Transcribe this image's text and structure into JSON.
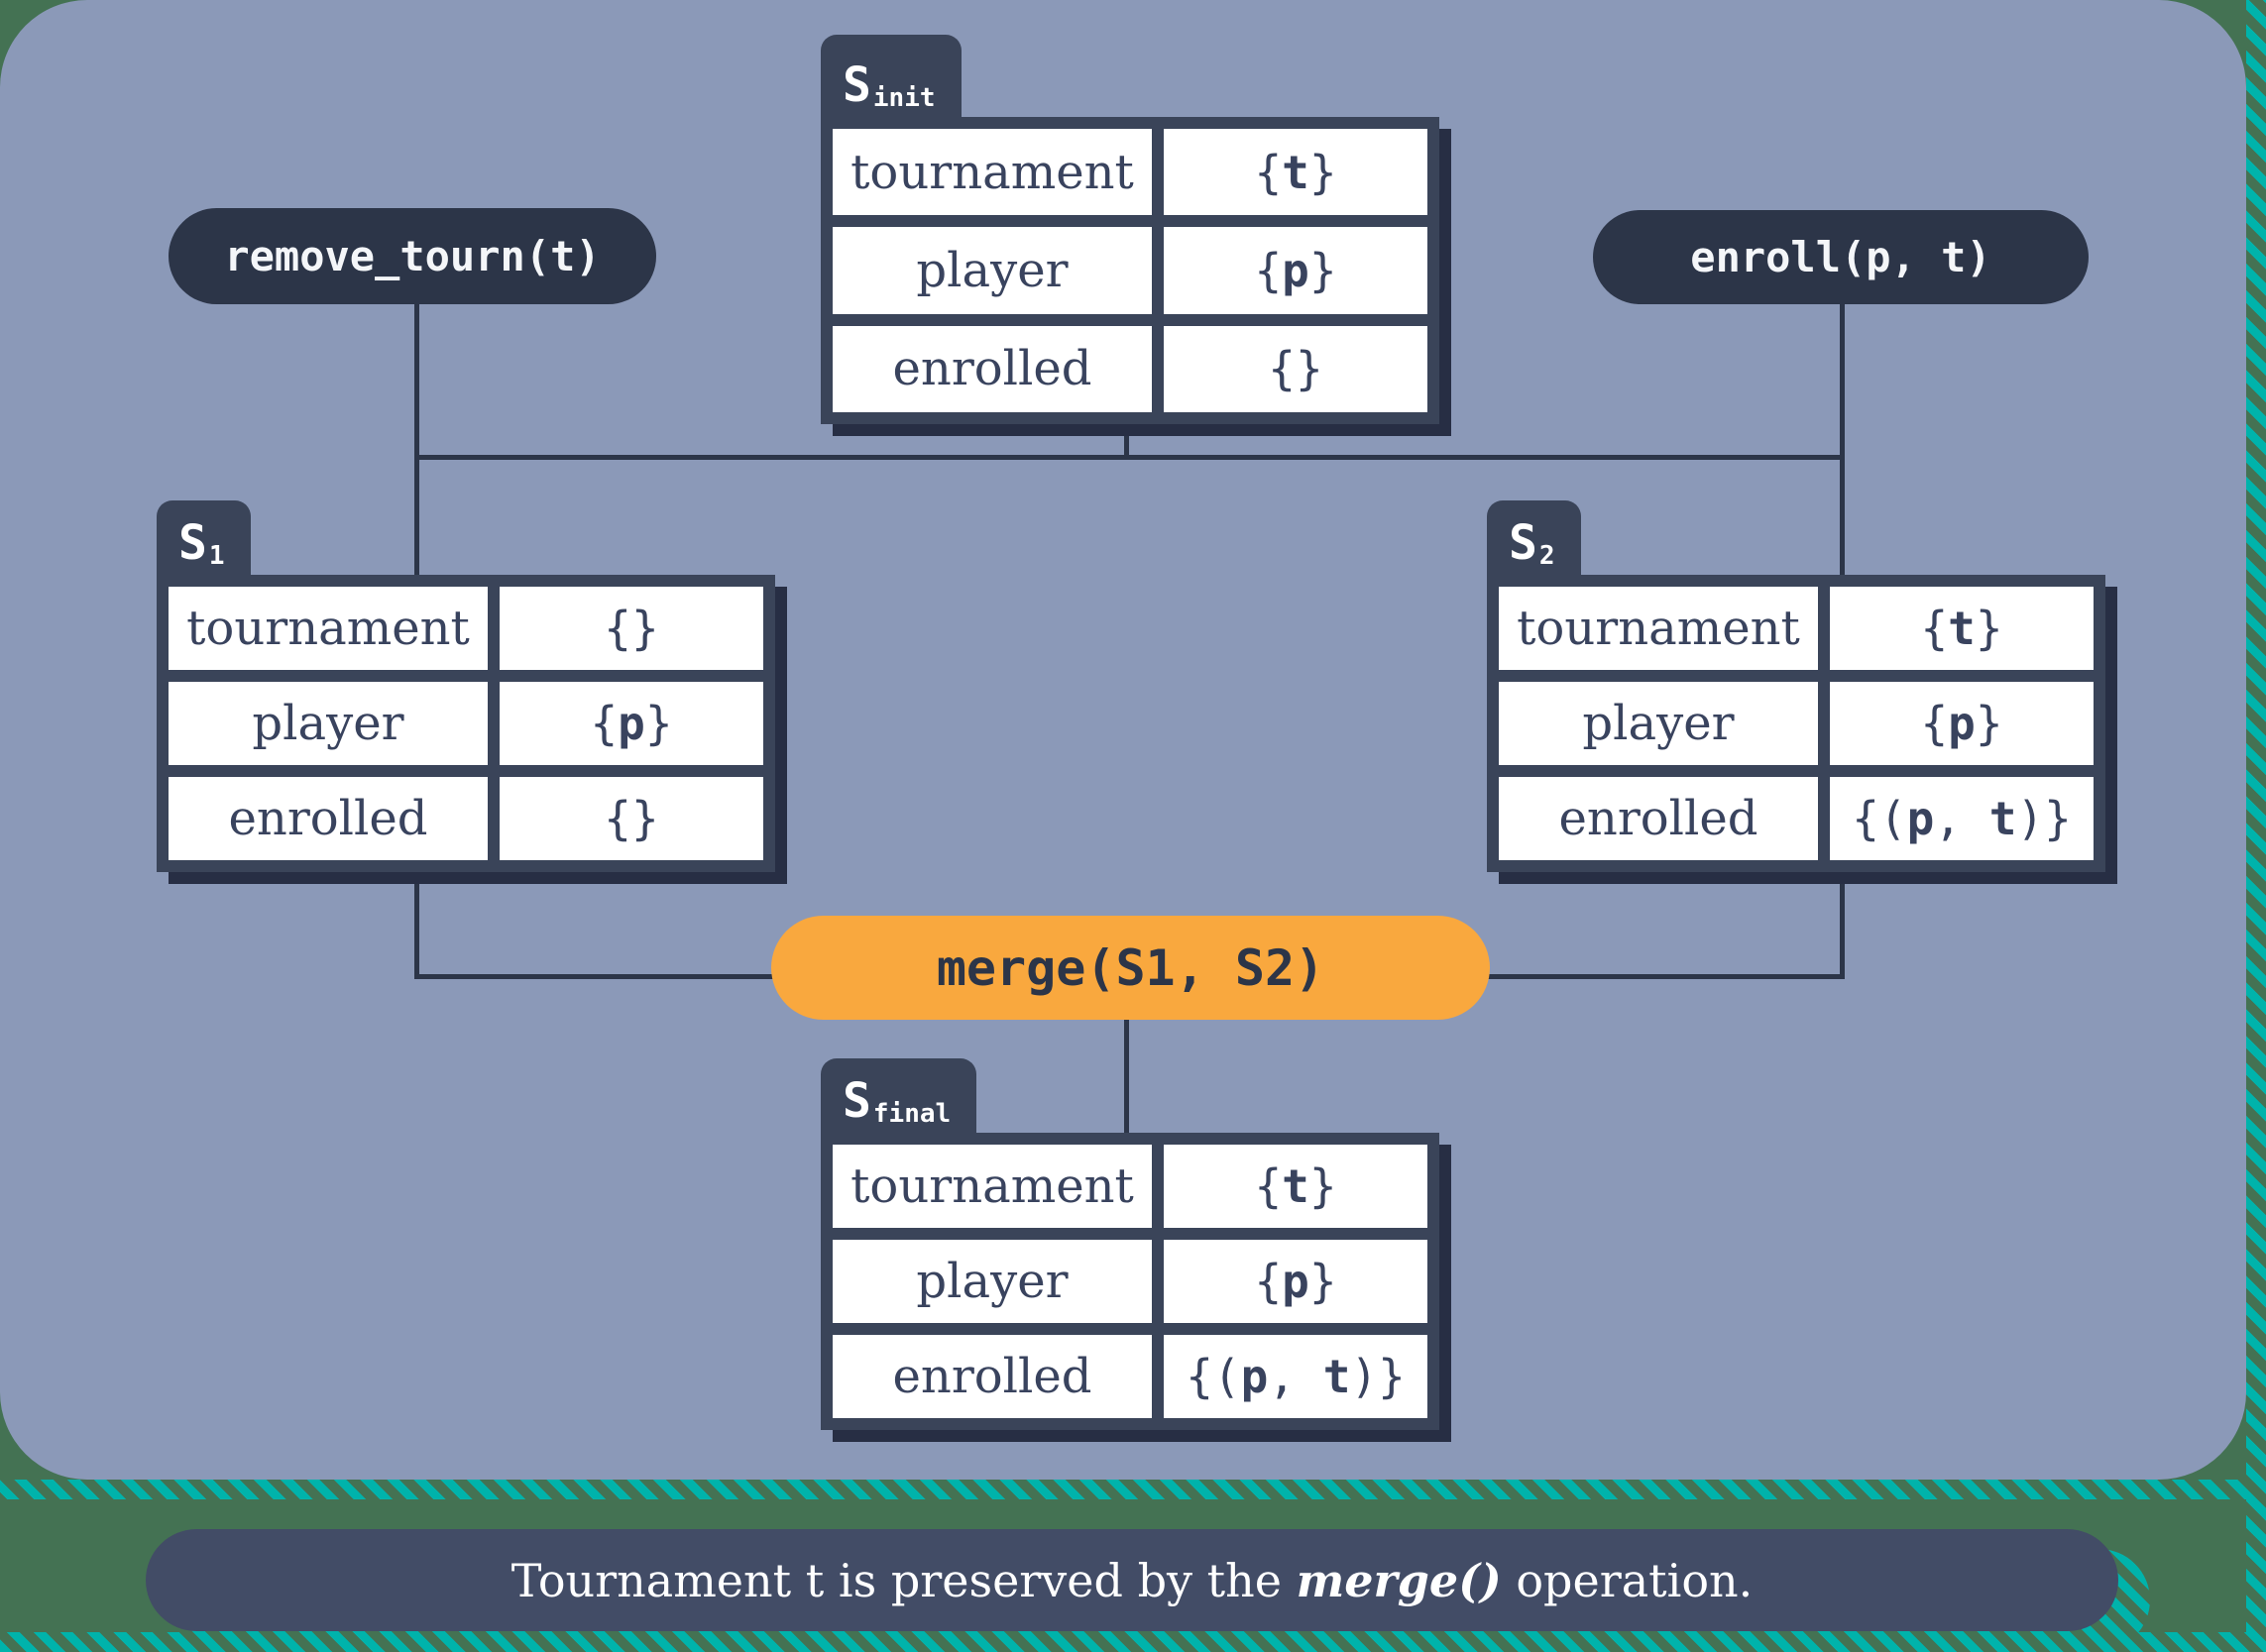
{
  "colors": {
    "panel_blue": "#8b99b8",
    "navy_pill": "#2c3548",
    "table_frame": "#3a4459",
    "table_shadow": "#272e44",
    "cell_text": "#39435e",
    "orange_accent": "#f9a83e",
    "teal_stripe": "#00b3ab",
    "green_background": "#447253",
    "caption_background": "#424c66"
  },
  "pills": {
    "remove_tourn": {
      "label": "remove_tourn(t)"
    },
    "enroll": {
      "label": "enroll(p, t)"
    },
    "merge": {
      "label": "merge(S1, S2)"
    }
  },
  "tables": {
    "s_init": {
      "tab": {
        "base": "S",
        "sub": "init"
      },
      "rows": [
        {
          "label": "tournament",
          "value": [
            {
              "t": "{"
            },
            {
              "t": "t",
              "b": true
            },
            {
              "t": "}"
            }
          ]
        },
        {
          "label": "player",
          "value": [
            {
              "t": "{"
            },
            {
              "t": "p",
              "b": true
            },
            {
              "t": "}"
            }
          ]
        },
        {
          "label": "enrolled",
          "value": [
            {
              "t": "{}"
            }
          ]
        }
      ]
    },
    "s1": {
      "tab": {
        "base": "S",
        "sub": "1"
      },
      "rows": [
        {
          "label": "tournament",
          "value": [
            {
              "t": "{}"
            }
          ]
        },
        {
          "label": "player",
          "value": [
            {
              "t": "{"
            },
            {
              "t": "p",
              "b": true
            },
            {
              "t": "}"
            }
          ]
        },
        {
          "label": "enrolled",
          "value": [
            {
              "t": "{}"
            }
          ]
        }
      ]
    },
    "s2": {
      "tab": {
        "base": "S",
        "sub": "2"
      },
      "rows": [
        {
          "label": "tournament",
          "value": [
            {
              "t": "{"
            },
            {
              "t": "t",
              "b": true
            },
            {
              "t": "}"
            }
          ]
        },
        {
          "label": "player",
          "value": [
            {
              "t": "{"
            },
            {
              "t": "p",
              "b": true
            },
            {
              "t": "}"
            }
          ]
        },
        {
          "label": "enrolled",
          "value": [
            {
              "t": "{("
            },
            {
              "t": "p",
              "b": true
            },
            {
              "t": ", "
            },
            {
              "t": "t",
              "b": true
            },
            {
              "t": ")}"
            }
          ]
        }
      ]
    },
    "s_final": {
      "tab": {
        "base": "S",
        "sub": "final"
      },
      "rows": [
        {
          "label": "tournament",
          "value": [
            {
              "t": "{"
            },
            {
              "t": "t",
              "b": true
            },
            {
              "t": "}"
            }
          ]
        },
        {
          "label": "player",
          "value": [
            {
              "t": "{"
            },
            {
              "t": "p",
              "b": true
            },
            {
              "t": "}"
            }
          ]
        },
        {
          "label": "enrolled",
          "value": [
            {
              "t": "{("
            },
            {
              "t": "p",
              "b": true
            },
            {
              "t": ", "
            },
            {
              "t": "t",
              "b": true
            },
            {
              "t": ")}"
            }
          ]
        }
      ]
    }
  },
  "caption": {
    "segments": [
      {
        "t": "Tournament t is preserved by the "
      },
      {
        "t": "merge()",
        "b": true,
        "i": true
      },
      {
        "t": " operation."
      }
    ]
  }
}
